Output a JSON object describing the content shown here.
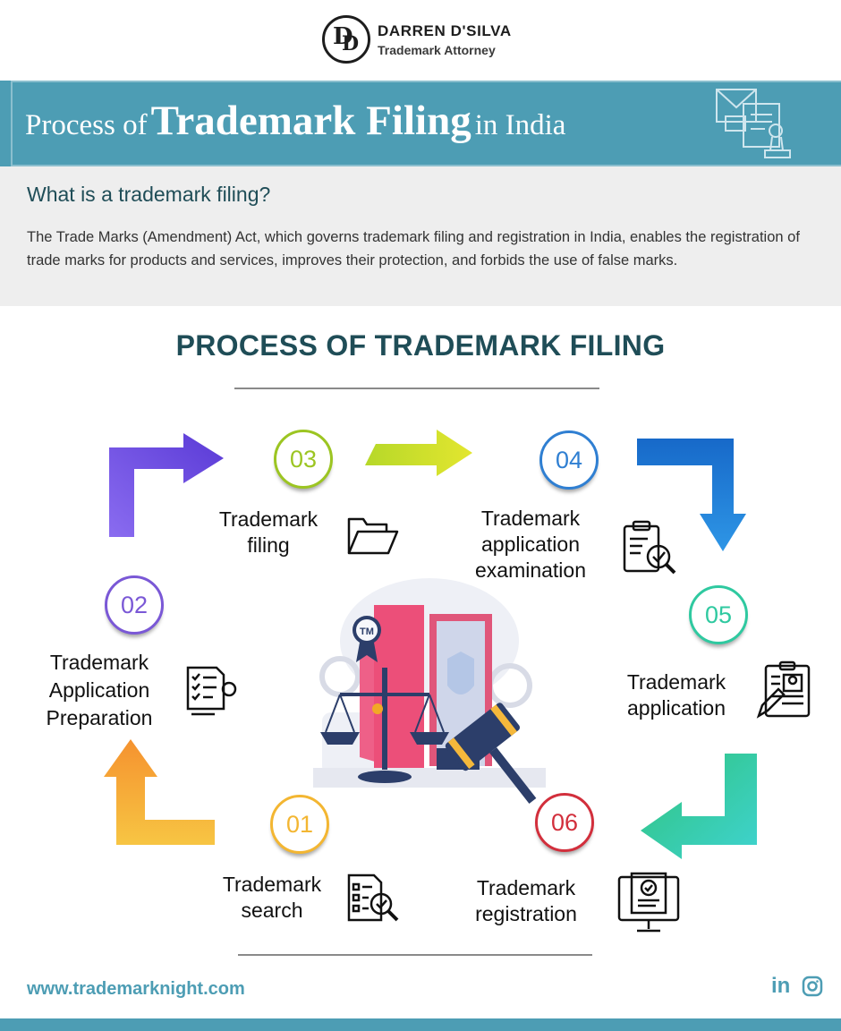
{
  "brand": {
    "name": "DARREN D'SILVA",
    "subtitle": "Trademark Attorney",
    "logo_letters": [
      "D",
      "D"
    ]
  },
  "banner": {
    "prefix": "Process of",
    "highlight": "Trademark Filing",
    "suffix": "in India",
    "color": "#4d9db4"
  },
  "intro": {
    "heading": "What is a trademark filing?",
    "body": "The Trade Marks (Amendment) Act, which governs trademark filing and registration in India, enables the registration of trade marks for products and services, improves their protection, and forbids the use of false marks."
  },
  "section_title": "PROCESS OF TRADEMARK FILING",
  "steps": [
    {
      "number": "01",
      "lines": [
        "Trademark",
        "search"
      ],
      "color": "#f3b632",
      "icon": "search-document-icon"
    },
    {
      "number": "02",
      "lines": [
        "Trademark",
        "Application",
        "Preparation"
      ],
      "color": "#7a58d6",
      "icon": "checklist-gear-icon"
    },
    {
      "number": "03",
      "lines": [
        "Trademark",
        "filing"
      ],
      "color": "#9cc522",
      "icon": "folder-icon"
    },
    {
      "number": "04",
      "lines": [
        "Trademark",
        "application",
        "examination"
      ],
      "color": "#2f7fd2",
      "icon": "clipboard-check-icon"
    },
    {
      "number": "05",
      "lines": [
        "Trademark",
        "application"
      ],
      "color": "#2fc9a0",
      "icon": "application-form-icon"
    },
    {
      "number": "06",
      "lines": [
        "Trademark",
        "registration"
      ],
      "color": "#d22f3c",
      "icon": "monitor-certificate-icon"
    }
  ],
  "center_badge": "TM",
  "footer": {
    "url": "www.trademarknight.com",
    "social": [
      "linkedin-icon",
      "instagram-icon"
    ],
    "linkedin_text": "in"
  }
}
